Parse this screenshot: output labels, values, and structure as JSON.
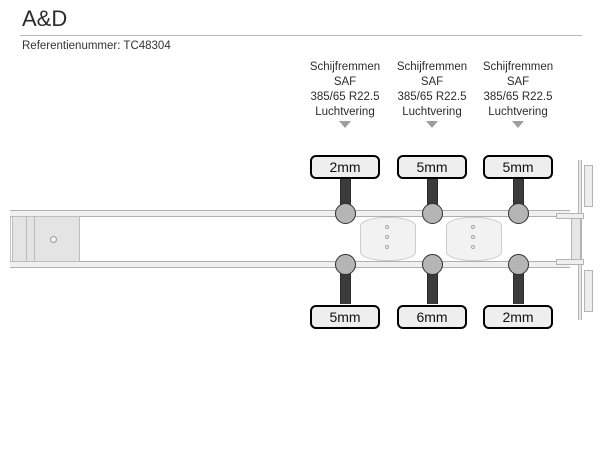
{
  "header": {
    "title": "A&D",
    "reference": "Referentienummer: TC48304"
  },
  "vehicle": {
    "type_hint": "semi-trailer-side-schematic",
    "axle_count": 3
  },
  "axles": [
    {
      "index": 1,
      "spec": {
        "brakes": "Schijfremmen",
        "make": "SAF",
        "tyre_size": "385/65 R22.5",
        "suspension": "Luchtvering"
      },
      "tyre_tread_top": "2mm",
      "tyre_tread_bottom": "5mm"
    },
    {
      "index": 2,
      "spec": {
        "brakes": "Schijfremmen",
        "make": "SAF",
        "tyre_size": "385/65 R22.5",
        "suspension": "Luchtvering"
      },
      "tyre_tread_top": "5mm",
      "tyre_tread_bottom": "6mm"
    },
    {
      "index": 3,
      "spec": {
        "brakes": "Schijfremmen",
        "make": "SAF",
        "tyre_size": "385/65 R22.5",
        "suspension": "Luchtvering"
      },
      "tyre_tread_top": "5mm",
      "tyre_tread_bottom": "2mm"
    }
  ],
  "colors": {
    "background": "#ffffff",
    "text": "#2d2d2d",
    "divider": "#b8b8b8",
    "chassis_fill": "#f0f0f0",
    "chassis_stroke": "#b0b0b0",
    "axle_dark": "#3b3b3b",
    "hub_fill": "#b5b5b5",
    "label_fill": "#eeeeee",
    "label_stroke": "#000000",
    "arrow": "#9e9e9e"
  }
}
